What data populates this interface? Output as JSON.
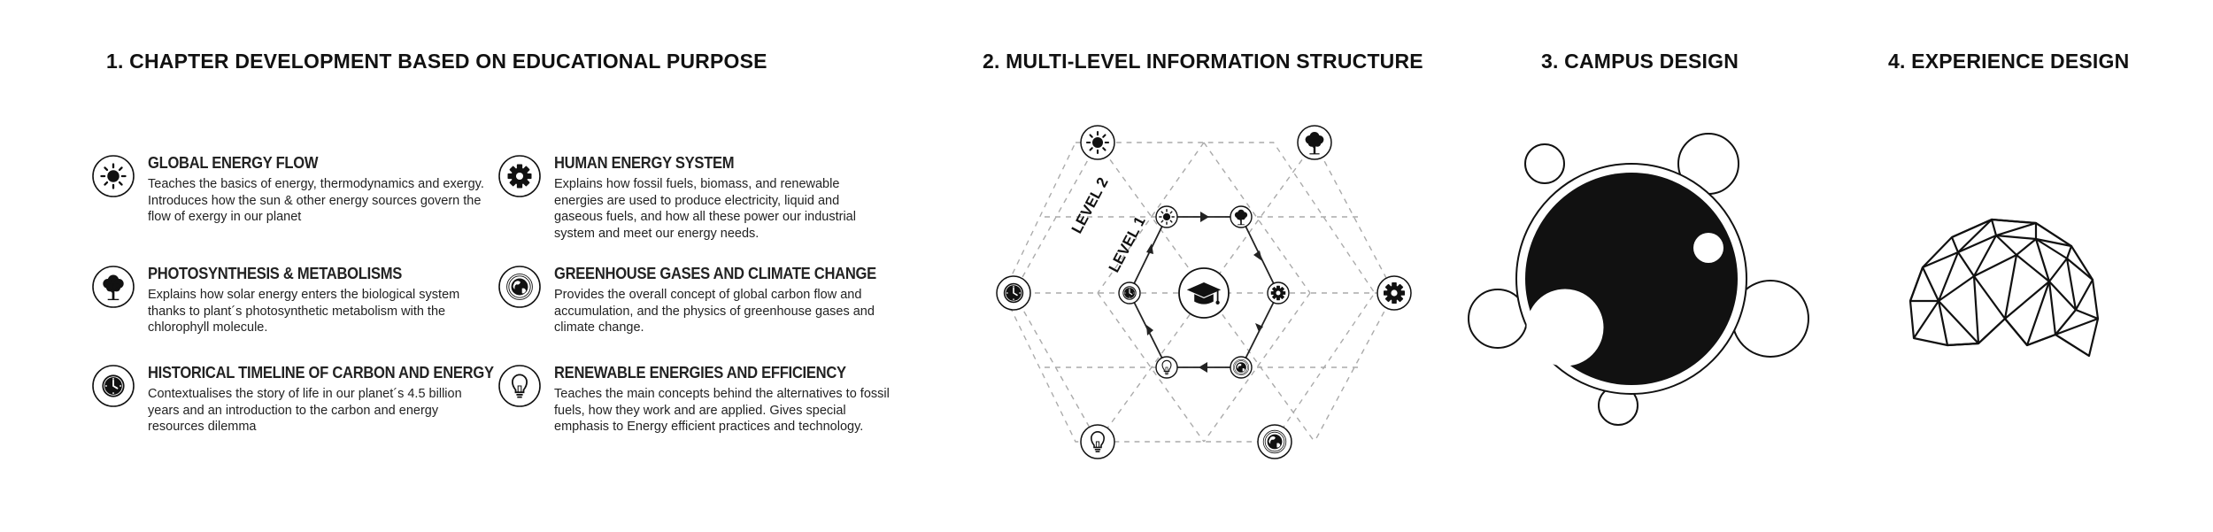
{
  "sections": {
    "chapter": {
      "title": "1. CHAPTER DEVELOPMENT BASED ON EDUCATIONAL PURPOSE"
    },
    "structure": {
      "title": "2. MULTI-LEVEL INFORMATION STRUCTURE"
    },
    "campus": {
      "title": "3. CAMPUS DESIGN"
    },
    "experience": {
      "title": "4. EXPERIENCE DESIGN"
    }
  },
  "chapters": [
    {
      "icon": "sun-icon",
      "title": "GLOBAL ENERGY FLOW",
      "text": "Teaches the basics of energy, thermodynamics and exergy. Introduces how the sun & other energy sources govern the flow of exergy in our planet"
    },
    {
      "icon": "tree-icon",
      "title": "PHOTOSYNTHESIS & METABOLISMS",
      "text": "Explains how solar energy enters the biological system thanks to plant´s photosynthetic metabolism with the chlorophyll molecule."
    },
    {
      "icon": "clock-icon",
      "title": "HISTORICAL TIMELINE OF CARBON AND ENERGY",
      "text": "Contextualises the story of life in our planet´s 4.5 billion years and an introduction to the carbon and energy resources dilemma"
    },
    {
      "icon": "gear-icon",
      "title": "HUMAN ENERGY SYSTEM",
      "text": "Explains how fossil fuels, biomass, and renewable energies are used to produce electricity, liquid and gaseous fuels, and how all these power our industrial system and meet our energy needs."
    },
    {
      "icon": "globe-icon",
      "title": "GREENHOUSE GASES AND CLIMATE CHANGE",
      "text": "Provides the overall concept of global carbon flow and accumulation, and the physics of greenhouse gases and climate change."
    },
    {
      "icon": "lightbulb-icon",
      "title": "RENEWABLE ENERGIES AND EFFICIENCY",
      "text": "Teaches the main concepts behind the alternatives to fossil fuels, how they work and are applied. Gives special emphasis to Energy efficient practices and technology."
    }
  ],
  "diagram": {
    "level1_label": "LEVEL 1",
    "level2_label": "LEVEL 2",
    "center_icon": "graduation-cap-icon"
  }
}
